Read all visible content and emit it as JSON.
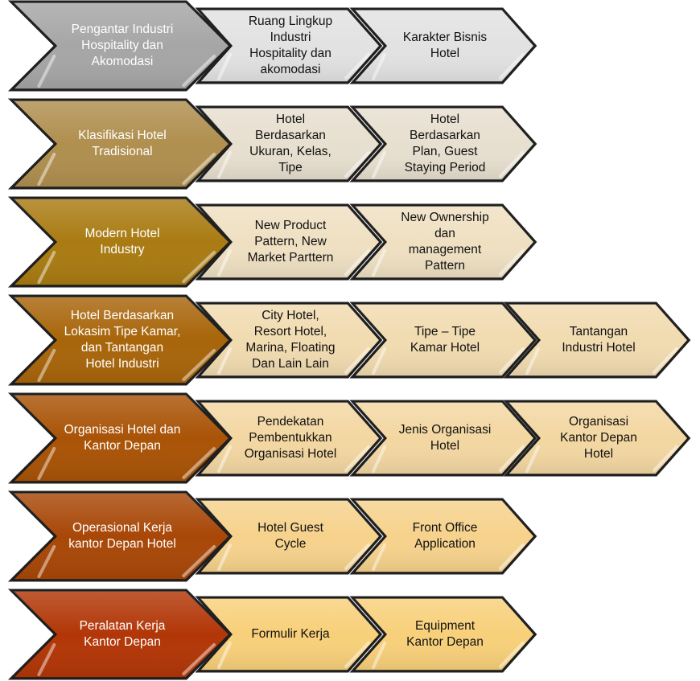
{
  "rows": [
    {
      "title": "Pengantar Industri\nHospitality dan\nAkomodasi",
      "main_color": "#a6a6a6",
      "sub_color": "#e2e2e2",
      "items": [
        "Ruang Lingkup\nIndustri\nHospitality dan\nakomodasi",
        "Karakter Bisnis\nHotel"
      ]
    },
    {
      "title": "Klasifikasi Hotel\nTradisional",
      "main_color": "#b08f4f",
      "sub_color": "#e7dfcf",
      "items": [
        "Hotel\nBerdasarkan\nUkuran, Kelas,\nTipe",
        "Hotel\nBerdasarkan\nPlan, Guest\nStaying Period"
      ]
    },
    {
      "title": "Modern Hotel\nIndustry",
      "main_color": "#a97b12",
      "sub_color": "#efe0c2",
      "items": [
        "New Product\nPattern, New\nMarket Parttern",
        "New Ownership\ndan\nmanagement\nPattern"
      ]
    },
    {
      "title": "Hotel Berdasarkan\nLokasim Tipe Kamar,\ndan Tantangan\nHotel Industri",
      "main_color": "#a8650a",
      "sub_color": "#f1dbb0",
      "items": [
        "City Hotel,\nResort Hotel,\nMarina, Floating\nDan Lain Lain",
        "Tipe – Tipe\nKamar Hotel",
        "Tantangan\nIndustri Hotel"
      ]
    },
    {
      "title": "Organisasi Hotel dan\nKantor Depan",
      "main_color": "#a95306",
      "sub_color": "#f3d7a2",
      "items": [
        "Pendekatan\nPembentukkan\nOrganisasi Hotel",
        "Jenis Organisasi\nHotel",
        "Organisasi\nKantor Depan\nHotel"
      ]
    },
    {
      "title": "Operasional Kerja\nkantor Depan Hotel",
      "main_color": "#a84707",
      "sub_color": "#f6d28c",
      "items": [
        "Hotel Guest\nCycle",
        "Front Office\nApplication"
      ]
    },
    {
      "title": "Peralatan Kerja\nKantor Depan",
      "main_color": "#b23607",
      "sub_color": "#f8d07a",
      "items": [
        "Formulir Kerja",
        "Equipment\nKantor Depan"
      ]
    }
  ]
}
